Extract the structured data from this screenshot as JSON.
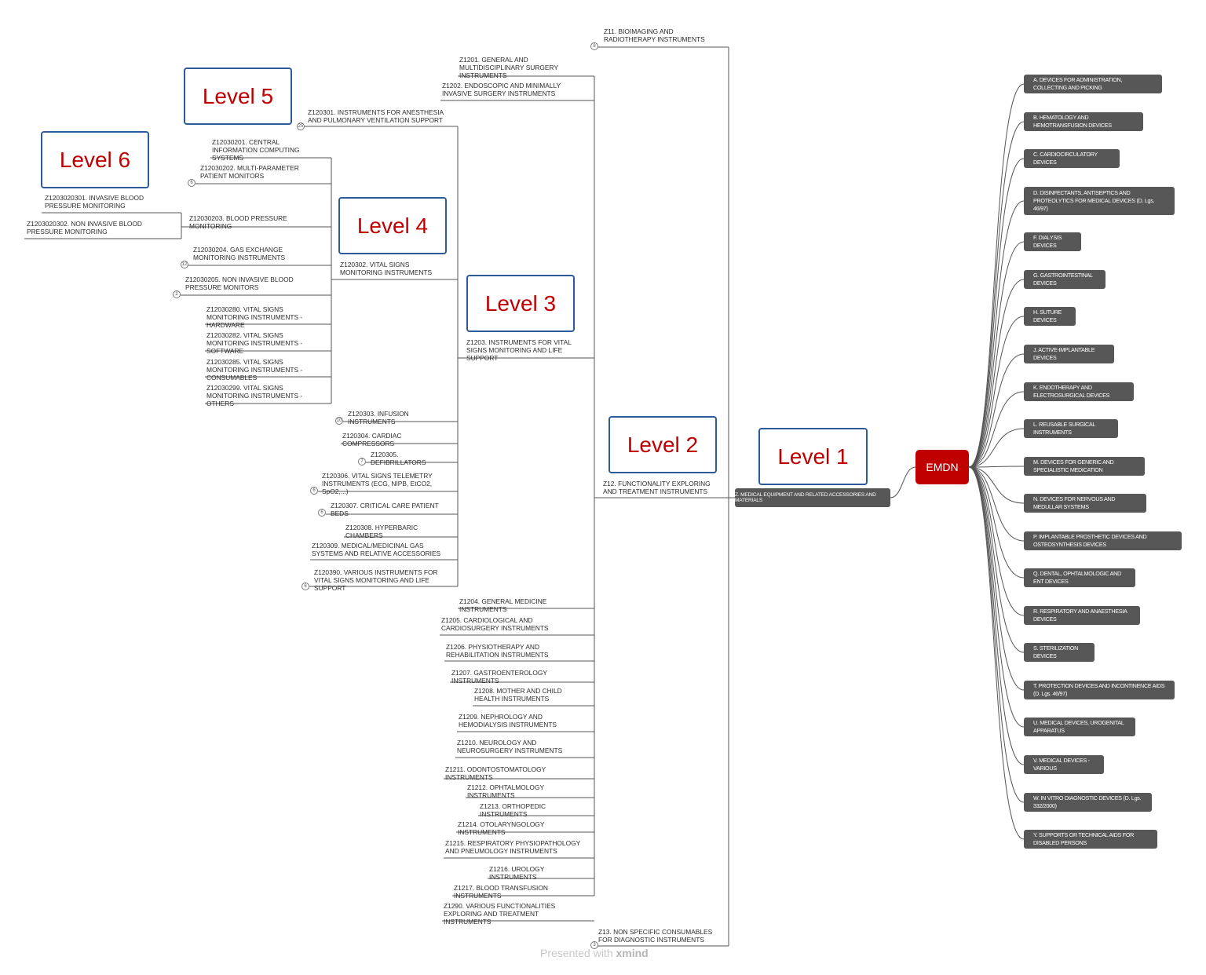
{
  "root_label": "EMDN",
  "level_labels": [
    "Level 1",
    "Level 2",
    "Level 3",
    "Level 4",
    "Level 5",
    "Level 6"
  ],
  "categories": [
    "A. DEVICES FOR ADMINISTRATION, COLLECTING AND PICKING",
    "B. HEMATOLOGY AND HEMOTRANSFUSION DEVICES",
    "C. CARDIOCIRCULATORY DEVICES",
    "D. DISINFECTANTS, ANTISEPTICS AND PROTEOLYTICS FOR MEDICAL DEVICES (D. Lgs. 46/97)",
    "F. DIALYSIS DEVICES",
    "G. GASTROINTESTINAL DEVICES",
    "H. SUTURE DEVICES",
    "J. ACTIVE-IMPLANTABLE DEVICES",
    "K. ENDOTHERAPY AND ELECTROSURGICAL DEVICES",
    "L. REUSABLE SURGICAL INSTRUMENTS",
    "M. DEVICES FOR GENERIC AND SPECIALISTIC MEDICATION",
    "N. DEVICES FOR NERVOUS AND MEDULLAR SYSTEMS",
    "P. IMPLANTABLE PROSTHETIC DEVICES AND OSTEOSYNTHESIS DEVICES",
    "Q. DENTAL, OPHTALMOLOGIC AND ENT DEVICES",
    "R. RESPIRATORY AND ANAESTHESIA DEVICES",
    "S. STERILIZATION DEVICES",
    "T. PROTECTION DEVICES AND INCONTINENCE AIDS (D. Lgs. 46/97)",
    "U. MEDICAL DEVICES, UROGENITAL APPARATUS",
    "V. MEDICAL DEVICES - VARIOUS",
    "W. IN VITRO DIAGNOSTIC DEVICES (D. Lgs. 332/2000)",
    "Y. SUPPORTS OR TECHNICAL AIDS FOR DISABLED PERSONS"
  ],
  "level1_node": "Z. MEDICAL EQUIPMENT AND RELATED ACCESSORIES AND MATERIALS",
  "level2_nodes": [
    {
      "label": "Z11. BIOIMAGING AND\nRADIOTHERAPY INSTRUMENTS",
      "count": "8"
    },
    {
      "label": "Z12. FUNCTIONALITY EXPLORING\nAND TREATMENT INSTRUMENTS",
      "count": ""
    },
    {
      "label": "Z13. NON SPECIFIC CONSUMABLES\nFOR DIAGNOSTIC INSTRUMENTS",
      "count": "3"
    }
  ],
  "level3_nodes": [
    {
      "label": "Z1201. GENERAL AND\nMULTIDISCIPLINARY SURGERY\nINSTRUMENTS",
      "count": ""
    },
    {
      "label": "Z1202. ENDOSCOPIC AND MINIMALLY\nINVASIVE SURGERY INSTRUMENTS",
      "count": ""
    },
    {
      "label": "Z1203. INSTRUMENTS FOR VITAL\nSIGNS MONITORING AND LIFE\nSUPPORT",
      "count": ""
    },
    {
      "label": "Z1204. GENERAL MEDICINE\nINSTRUMENTS",
      "count": ""
    },
    {
      "label": "Z1205. CARDIOLOGICAL AND\nCARDIOSURGERY INSTRUMENTS",
      "count": ""
    },
    {
      "label": "Z1206. PHYSIOTHERAPY AND\nREHABILITATION INSTRUMENTS",
      "count": ""
    },
    {
      "label": "Z1207. GASTROENTEROLOGY\nINSTRUMENTS",
      "count": ""
    },
    {
      "label": "Z1208. MOTHER AND CHILD\nHEALTH INSTRUMENTS",
      "count": ""
    },
    {
      "label": "Z1209. NEPHROLOGY AND\nHEMODIALYSIS INSTRUMENTS",
      "count": ""
    },
    {
      "label": "Z1210. NEUROLOGY AND\nNEUROSURGERY INSTRUMENTS",
      "count": ""
    },
    {
      "label": "Z1211. ODONTOSTOMATOLOGY\nINSTRUMENTS",
      "count": ""
    },
    {
      "label": "Z1212. OPHTALMOLOGY\nINSTRUMENTS",
      "count": ""
    },
    {
      "label": "Z1213. ORTHOPEDIC\nINSTRUMENTS",
      "count": ""
    },
    {
      "label": "Z1214. OTOLARYNGOLOGY\nINSTRUMENTS",
      "count": ""
    },
    {
      "label": "Z1215. RESPIRATORY PHYSIOPATHOLOGY\nAND PNEUMOLOGY INSTRUMENTS",
      "count": ""
    },
    {
      "label": "Z1216. UROLOGY\nINSTRUMENTS",
      "count": ""
    },
    {
      "label": "Z1217. BLOOD TRANSFUSION\nINSTRUMENTS",
      "count": ""
    },
    {
      "label": "Z1290. VARIOUS FUNCTIONALITIES\nEXPLORING AND TREATMENT INSTRUMENTS",
      "count": ""
    }
  ],
  "level4_nodes": [
    {
      "label": "Z120301. INSTRUMENTS FOR ANESTHESIA\nAND PULMONARY VENTILATION SUPPORT",
      "count": "25"
    },
    {
      "label": "Z120302. VITAL SIGNS\nMONITORING INSTRUMENTS",
      "count": ""
    },
    {
      "label": "Z120303. INFUSION\nINSTRUMENTS",
      "count": "10"
    },
    {
      "label": "Z120304. CARDIAC\nCOMPRESSORS",
      "count": ""
    },
    {
      "label": "Z120305.\nDEFIBRILLATORS",
      "count": "7"
    },
    {
      "label": "Z120306. VITAL SIGNS TELEMETRY\nINSTRUMENTS (ECG, NIPB, EtCO2,\nSpO2,...)",
      "count": "6"
    },
    {
      "label": "Z120307. CRITICAL CARE PATIENT\nBEDS",
      "count": "6"
    },
    {
      "label": "Z120308. HYPERBARIC\nCHAMBERS",
      "count": ""
    },
    {
      "label": "Z120309. MEDICAL/MEDICINAL GAS\nSYSTEMS AND RELATIVE ACCESSORIES",
      "count": ""
    },
    {
      "label": "Z120390. VARIOUS INSTRUMENTS FOR\nVITAL SIGNS MONITORING AND LIFE\nSUPPORT",
      "count": "6"
    }
  ],
  "level5_nodes": [
    {
      "label": "Z12030201. CENTRAL\nINFORMATION COMPUTING\nSYSTEMS",
      "count": ""
    },
    {
      "label": "Z12030202. MULTI-PARAMETER\nPATIENT MONITORS",
      "count": "6"
    },
    {
      "label": "Z12030203. BLOOD PRESSURE\nMONITORING",
      "count": ""
    },
    {
      "label": "Z12030204. GAS EXCHANGE\nMONITORING INSTRUMENTS",
      "count": "12"
    },
    {
      "label": "Z12030205. NON INVASIVE BLOOD\nPRESSURE MONITORS",
      "count": "2"
    },
    {
      "label": "Z12030280. VITAL SIGNS\nMONITORING INSTRUMENTS -\nHARDWARE",
      "count": ""
    },
    {
      "label": "Z12030282. VITAL SIGNS\nMONITORING INSTRUMENTS -\nSOFTWARE",
      "count": ""
    },
    {
      "label": "Z12030285. VITAL SIGNS\nMONITORING INSTRUMENTS -\nCONSUMABLES",
      "count": ""
    },
    {
      "label": "Z12030299. VITAL SIGNS\nMONITORING INSTRUMENTS -\nOTHERS",
      "count": ""
    }
  ],
  "level6_nodes": [
    {
      "label": "Z1203020301. INVASIVE BLOOD\nPRESSURE MONITORING",
      "count": ""
    },
    {
      "label": "Z1203020302. NON INVASIVE BLOOD\nPRESSURE MONITORING",
      "count": ""
    }
  ],
  "watermark_prefix": "Presented with",
  "watermark_brand": "xmind",
  "colors": {
    "root": "#c00000",
    "node": "#575757",
    "level_border": "#2d5b9a",
    "level_text": "#c00000",
    "line": "#555555"
  }
}
